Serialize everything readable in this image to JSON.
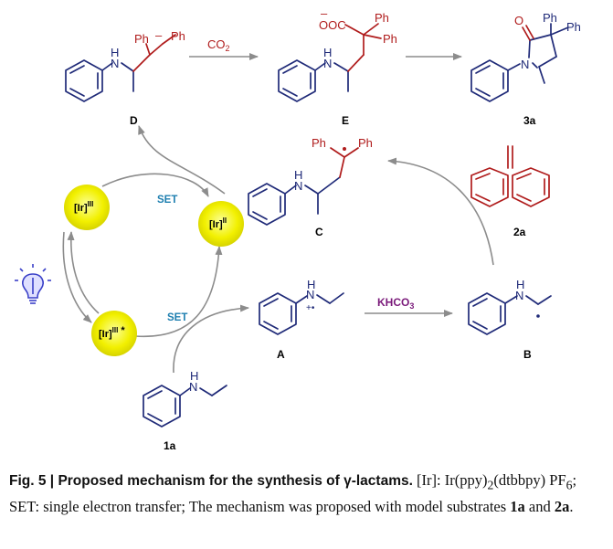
{
  "diagram": {
    "reagents": {
      "co2": "CO",
      "co2_sub": "2",
      "khco3": "KHCO",
      "khco3_sub": "3"
    },
    "set_labels": [
      "SET",
      "SET"
    ],
    "compound_labels": {
      "D": "D",
      "E": "E",
      "p3a": "3a",
      "C": "C",
      "p2a": "2a",
      "A": "A",
      "B": "B",
      "s1a": "1a"
    },
    "atoms": {
      "nh_n": "N",
      "nh_h": "H",
      "ph": "Ph",
      "ooc": "OOC",
      "o": "O",
      "n": "N"
    },
    "catalysts": {
      "ir3_top": {
        "text": "[Ir]",
        "sup": "III"
      },
      "ir2": {
        "text": "[Ir]",
        "sup": "II"
      },
      "ir3_excited": {
        "text": "[Ir]",
        "sup": "III",
        "star": "*"
      }
    }
  },
  "caption": {
    "figure": "Fig. 5",
    "separator": " | ",
    "title": "Proposed mechanism for the synthesis of γ-lactams.",
    "ir_def": " [Ir]: Ir(ppy)",
    "ir_sub1": "2",
    "ir_def2": "(dtbbpy) PF",
    "ir_sub2": "6",
    "rest1": "; SET: single electron transfer; The mechanism was proposed with model substrates ",
    "cmp1": "1a",
    "and": " and ",
    "cmp2": "2a",
    "end": "."
  }
}
